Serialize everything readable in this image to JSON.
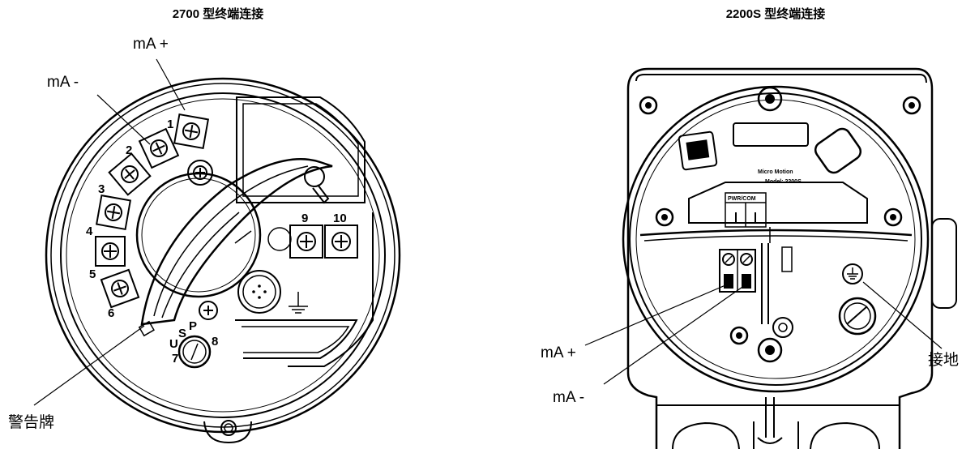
{
  "left": {
    "title": "2700 型终端连接",
    "labels": {
      "ma_plus": "mA +",
      "ma_minus": "mA  -",
      "warning": "警告牌"
    },
    "terminals": [
      "1",
      "2",
      "3",
      "4",
      "5",
      "6"
    ],
    "terminals_right": [
      "9",
      "10"
    ],
    "port_letters": {
      "u": "U",
      "s": "S",
      "p": "P",
      "seven": "7",
      "eight": "8"
    }
  },
  "right": {
    "title": "2200S  型终端连接",
    "labels": {
      "ma_plus": "mA +",
      "ma_minus": "mA  -",
      "ground": "接地"
    },
    "panel": {
      "header": "PWR/COM",
      "brand": "Micro Motion",
      "model": "Model: 2200S"
    }
  }
}
